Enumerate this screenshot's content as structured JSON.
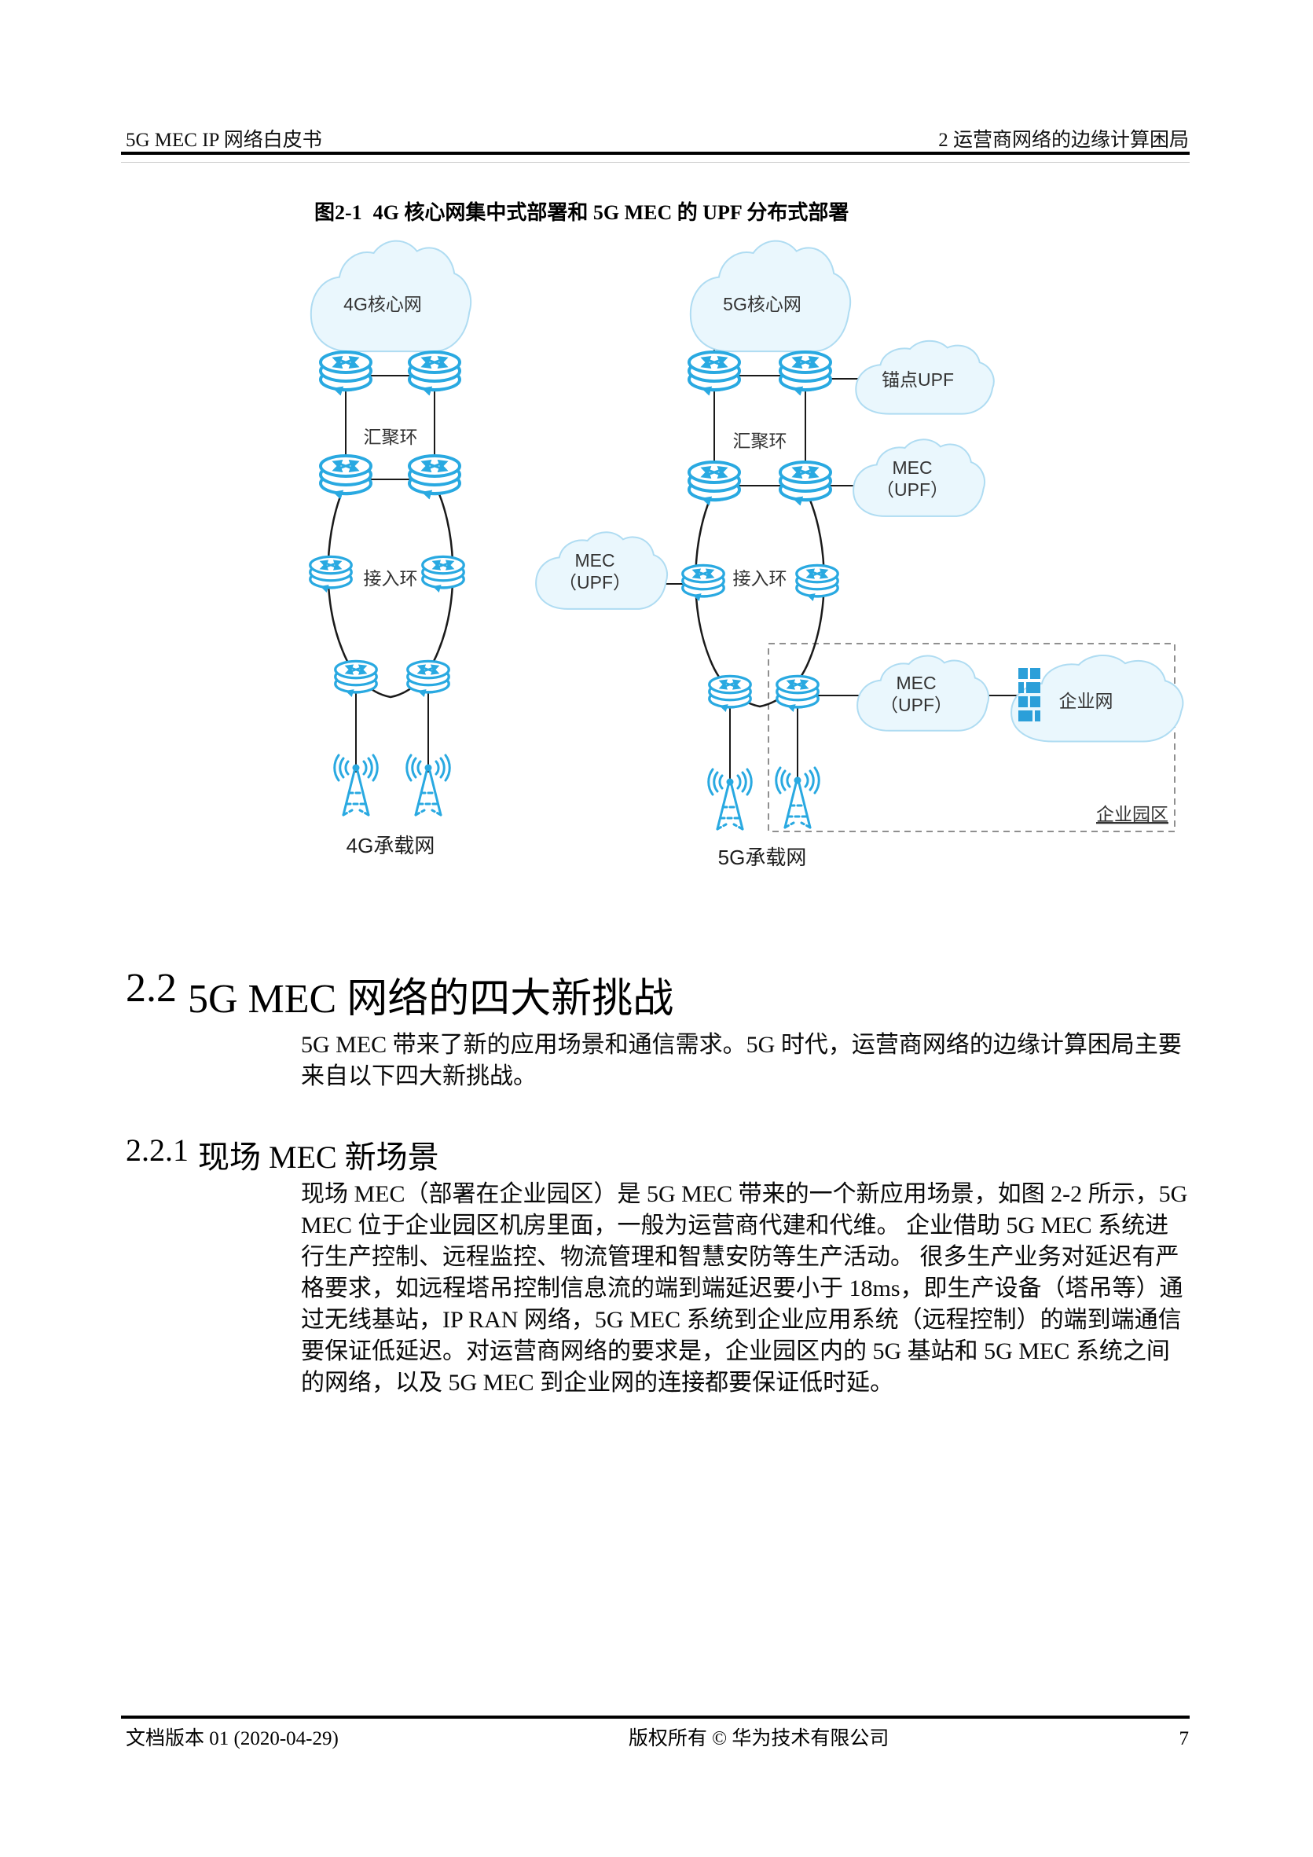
{
  "header": {
    "left": "5G MEC IP 网络白皮书",
    "right": "2 运营商网络的边缘计算困局"
  },
  "figure": {
    "label": "图2-1",
    "title": "4G 核心网集中式部署和 5G MEC 的 UPF 分布式部署",
    "left_diagram": {
      "core_cloud": "4G核心网",
      "agg_ring": "汇聚环",
      "access_ring": "接入环",
      "caption": "4G承载网"
    },
    "right_diagram": {
      "core_cloud": "5G核心网",
      "anchor_upf": "锚点UPF",
      "agg_ring": "汇聚环",
      "access_ring": "接入环",
      "mec_upf": {
        "line1": "MEC",
        "line2": "（UPF）"
      },
      "enterprise_cloud": "企业网",
      "campus": "企业园区",
      "caption": "5G承载网"
    },
    "colors": {
      "device_blue": "#29A9E1",
      "cloud_fill": "#EAF7FD",
      "cloud_stroke": "#AFDCF2",
      "firewall_blue": "#2B9FD9",
      "line_black": "#1A1A1A"
    }
  },
  "sections": {
    "h22_number": "2.2",
    "h22_title": "5G MEC 网络的四大新挑战",
    "p1": "5G MEC 带来了新的应用场景和通信需求。5G 时代，运营商网络的边缘计算困局主要\n来自以下四大新挑战。",
    "h221_number": "2.2.1",
    "h221_title": "现场 MEC 新场景",
    "p2": "现场 MEC（部署在企业园区）是 5G MEC 带来的一个新应用场景，如图 2-2 所示，5G\nMEC 位于企业园区机房里面，一般为运营商代建和代维。 企业借助 5G MEC 系统进\n行生产控制、远程监控、物流管理和智慧安防等生产活动。 很多生产业务对延迟有严\n格要求，如远程塔吊控制信息流的端到端延迟要小于 18ms，即生产设备（塔吊等）通\n过无线基站，IP RAN 网络，5G MEC 系统到企业应用系统（远程控制）的端到端通信\n要保证低延迟。对运营商网络的要求是，企业园区内的 5G 基站和 5G MEC 系统之间\n的网络，以及 5G MEC 到企业网的连接都要保证低时延。"
  },
  "footer": {
    "left": "文档版本 01 (2020-04-29)",
    "center": "版权所有 © 华为技术有限公司",
    "page": "7"
  }
}
